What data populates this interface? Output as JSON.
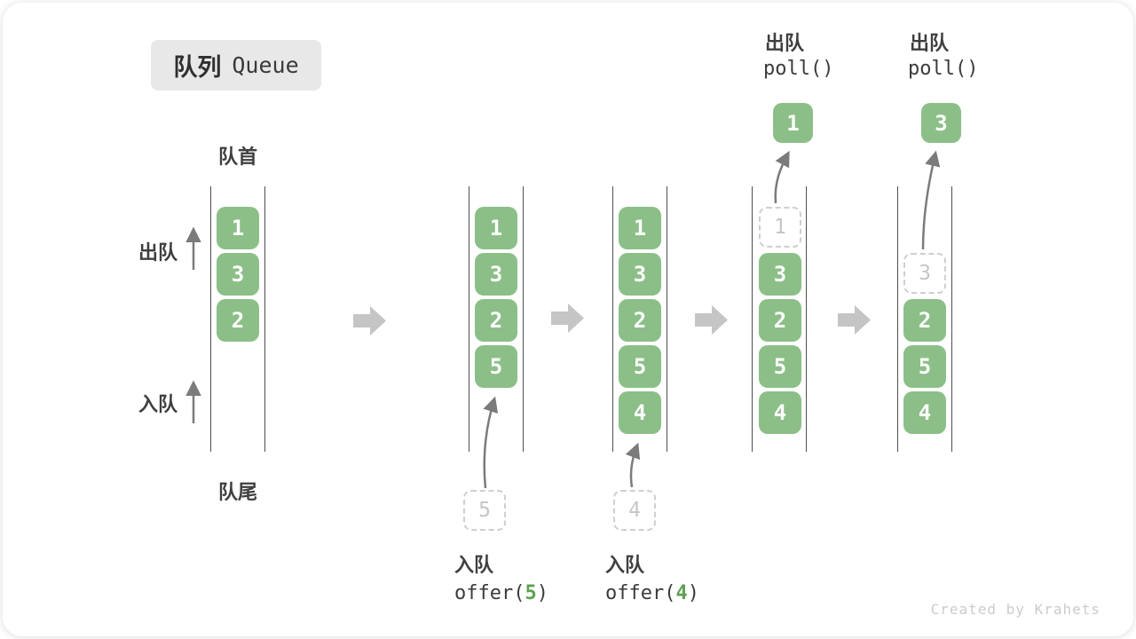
{
  "title": {
    "zh": "队列",
    "en": "Queue"
  },
  "labels": {
    "front": "队首",
    "rear": "队尾",
    "dequeue": "出队",
    "enqueue": "入队"
  },
  "queues": [
    {
      "cells": [
        "1",
        "3",
        "2"
      ]
    },
    {
      "cells": [
        "1",
        "3",
        "2",
        "5"
      ],
      "pending": "5",
      "action": {
        "zh": "入队",
        "pre": "offer(",
        "num": "5",
        "post": ")"
      }
    },
    {
      "cells": [
        "1",
        "3",
        "2",
        "5",
        "4"
      ],
      "pending": "4",
      "action": {
        "zh": "入队",
        "pre": "offer(",
        "num": "4",
        "post": ")"
      }
    },
    {
      "ghost": "1",
      "cells": [
        "3",
        "2",
        "5",
        "4"
      ],
      "popped": "1",
      "action": {
        "zh": "出队",
        "code": "poll()"
      }
    },
    {
      "ghost": "3",
      "cells": [
        "2",
        "5",
        "4"
      ],
      "popped": "3",
      "action": {
        "zh": "出队",
        "code": "poll()"
      }
    }
  ],
  "watermark": "Created by Krahets",
  "colors": {
    "block": "#8cbf88",
    "code_green": "#5fa052",
    "big_arrow": "#c5c5c5"
  }
}
